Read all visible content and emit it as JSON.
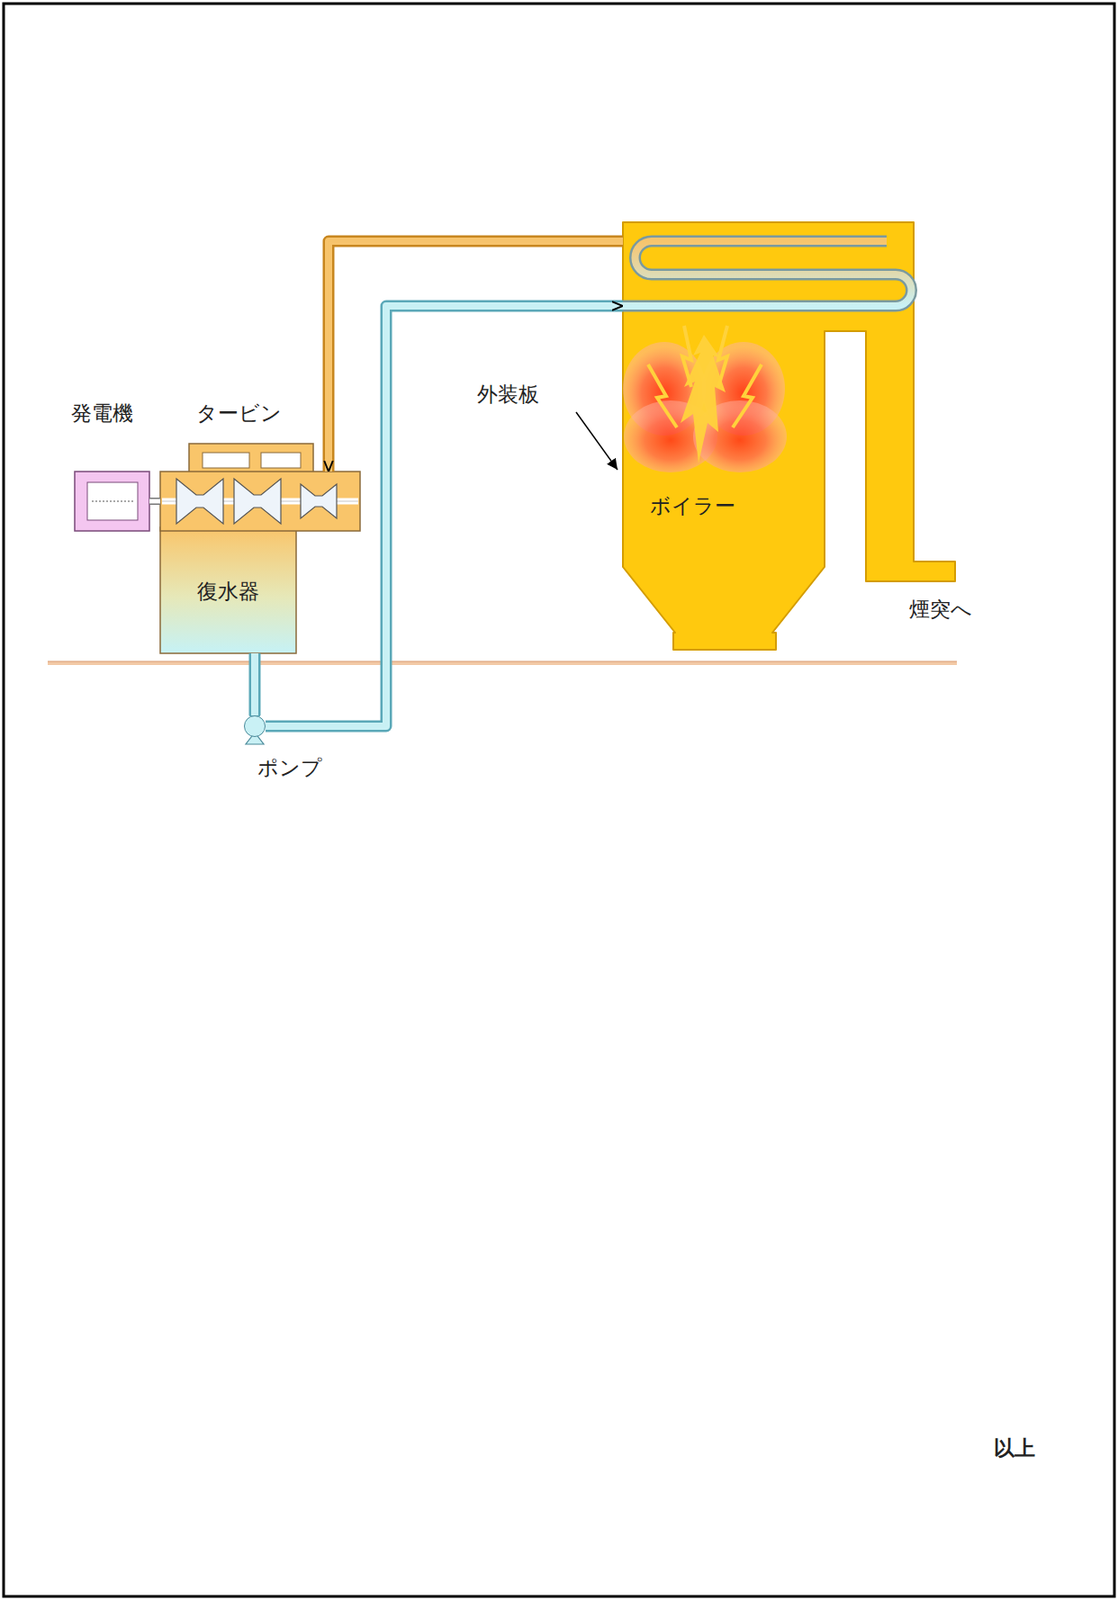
{
  "diagram": {
    "nodes": [
      {
        "text": [
          "発電機"
        ]
      },
      {
        "text": [
          "タービン"
        ]
      },
      {
        "text": [
          "復水器"
        ]
      },
      {
        "text": [
          "ポンプ"
        ]
      },
      {
        "text": [
          "ボイラー"
        ]
      }
    ],
    "edges": [
      {
        "from": 4,
        "to": 1,
        "arrow": "to"
      },
      {
        "from": 2,
        "to": 3,
        "arrow": "none"
      },
      {
        "from": 3,
        "to": 4,
        "arrow": "to"
      },
      {
        "from": 1,
        "to": 0,
        "arrow": "none"
      }
    ],
    "labels": [
      "外装板",
      "煙突へ",
      "以上"
    ]
  }
}
